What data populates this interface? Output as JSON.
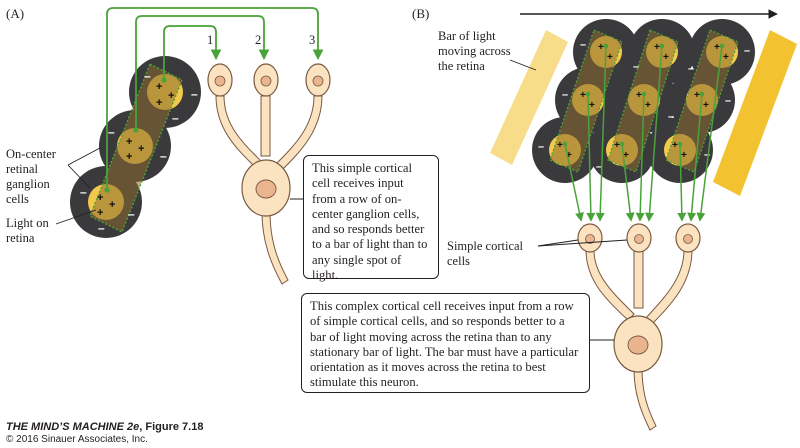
{
  "panels": {
    "a": {
      "label": "(A)"
    },
    "b": {
      "label": "(B)"
    }
  },
  "labels": {
    "on_center": [
      "On-center",
      "retinal",
      "ganglion",
      "cells"
    ],
    "light_on": [
      "Light on",
      "retina"
    ],
    "bar_moving": [
      "Bar of light",
      "moving across",
      "the retina"
    ],
    "simple_cells": [
      "Simple cortical",
      "cells"
    ],
    "sign_plus": "+",
    "sign_minus": "–"
  },
  "neuron_numbers": [
    "1",
    "2",
    "3"
  ],
  "callouts": {
    "simple": "This simple cortical cell receives input from a row of on-center ganglion cells, and so responds better to a bar of light than to any single spot of light.",
    "complex": "This complex cortical cell receives input from a row of simple cortical cells, and so responds better to a bar of light moving across the retina than to any stationary bar of light. The bar must have a particular orientation as it moves across the retina to best stimulate this neuron."
  },
  "credit": {
    "book": "THE MIND’S MACHINE 2e",
    "figure": ", Figure 7.18",
    "copyright": "© 2016 Sinauer Associates, Inc."
  },
  "colors": {
    "surround": "#3a3a3c",
    "center": "#f2c94c",
    "bar_overlay": "#8b6a2e",
    "green_axon": "#4aa33a",
    "neuron": "#fbe3c2",
    "nucleus": "#e9b48e",
    "light_bar_left": "#f7dc8a",
    "light_bar_right": "#f3c230"
  }
}
